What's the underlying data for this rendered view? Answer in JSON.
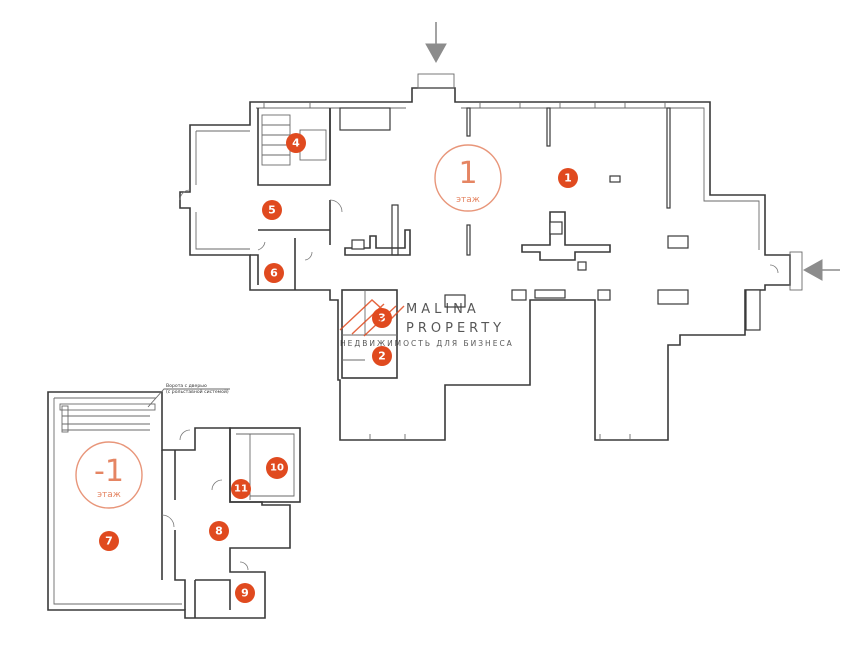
{
  "plan": {
    "floor_upper": {
      "number": "1",
      "label": "этаж"
    },
    "floor_lower": {
      "number": "-1",
      "label": "этаж"
    },
    "rooms": [
      "1",
      "2",
      "3",
      "4",
      "5",
      "6",
      "7",
      "8",
      "9",
      "10",
      "11"
    ],
    "gate_note": [
      "Ворота с дверью",
      "(с рольставной системой)"
    ]
  },
  "watermark": {
    "name_line1": "MALINA",
    "name_line2": "PROPERTY",
    "tagline": "НЕДВИЖИМОСТЬ ДЛЯ БИЗНЕСА"
  },
  "colors": {
    "badge": "#e04a1f",
    "floor_label": "#e58563",
    "walls": "#3a3a3a",
    "entrance_arrow": "#8c8c8c"
  }
}
